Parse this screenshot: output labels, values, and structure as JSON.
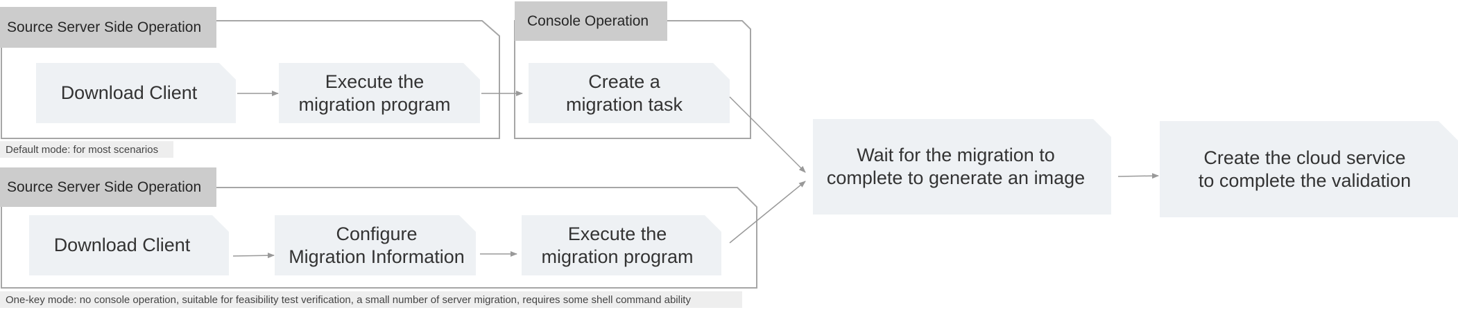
{
  "groups": {
    "default_source_header": "Source Server Side Operation",
    "console_header": "Console Operation",
    "onekey_source_header": "Source Server Side Operation"
  },
  "notes": {
    "default_mode": "Default mode: for most scenarios",
    "onekey_mode": "One-key mode: no console operation, suitable for feasibility test verification, a small number of server migration, requires some shell command ability"
  },
  "steps": {
    "download_client_default": "Download Client",
    "execute_program_default": "Execute the\nmigration program",
    "create_task": "Create a\nmigration task",
    "wait_for_image": "Wait for the migration to\ncomplete to generate an image",
    "create_cloud_service": "Create the cloud service\nto complete the validation",
    "download_client_onekey": "Download Client",
    "configure_info": "Configure\nMigration Information",
    "execute_program_onekey": "Execute the\nmigration program"
  },
  "colors": {
    "box_fill": "#eef1f4",
    "header_fill": "#cccccc",
    "note_fill": "#eeeeee",
    "outline": "#a6a6a6",
    "arrow": "#999999"
  }
}
